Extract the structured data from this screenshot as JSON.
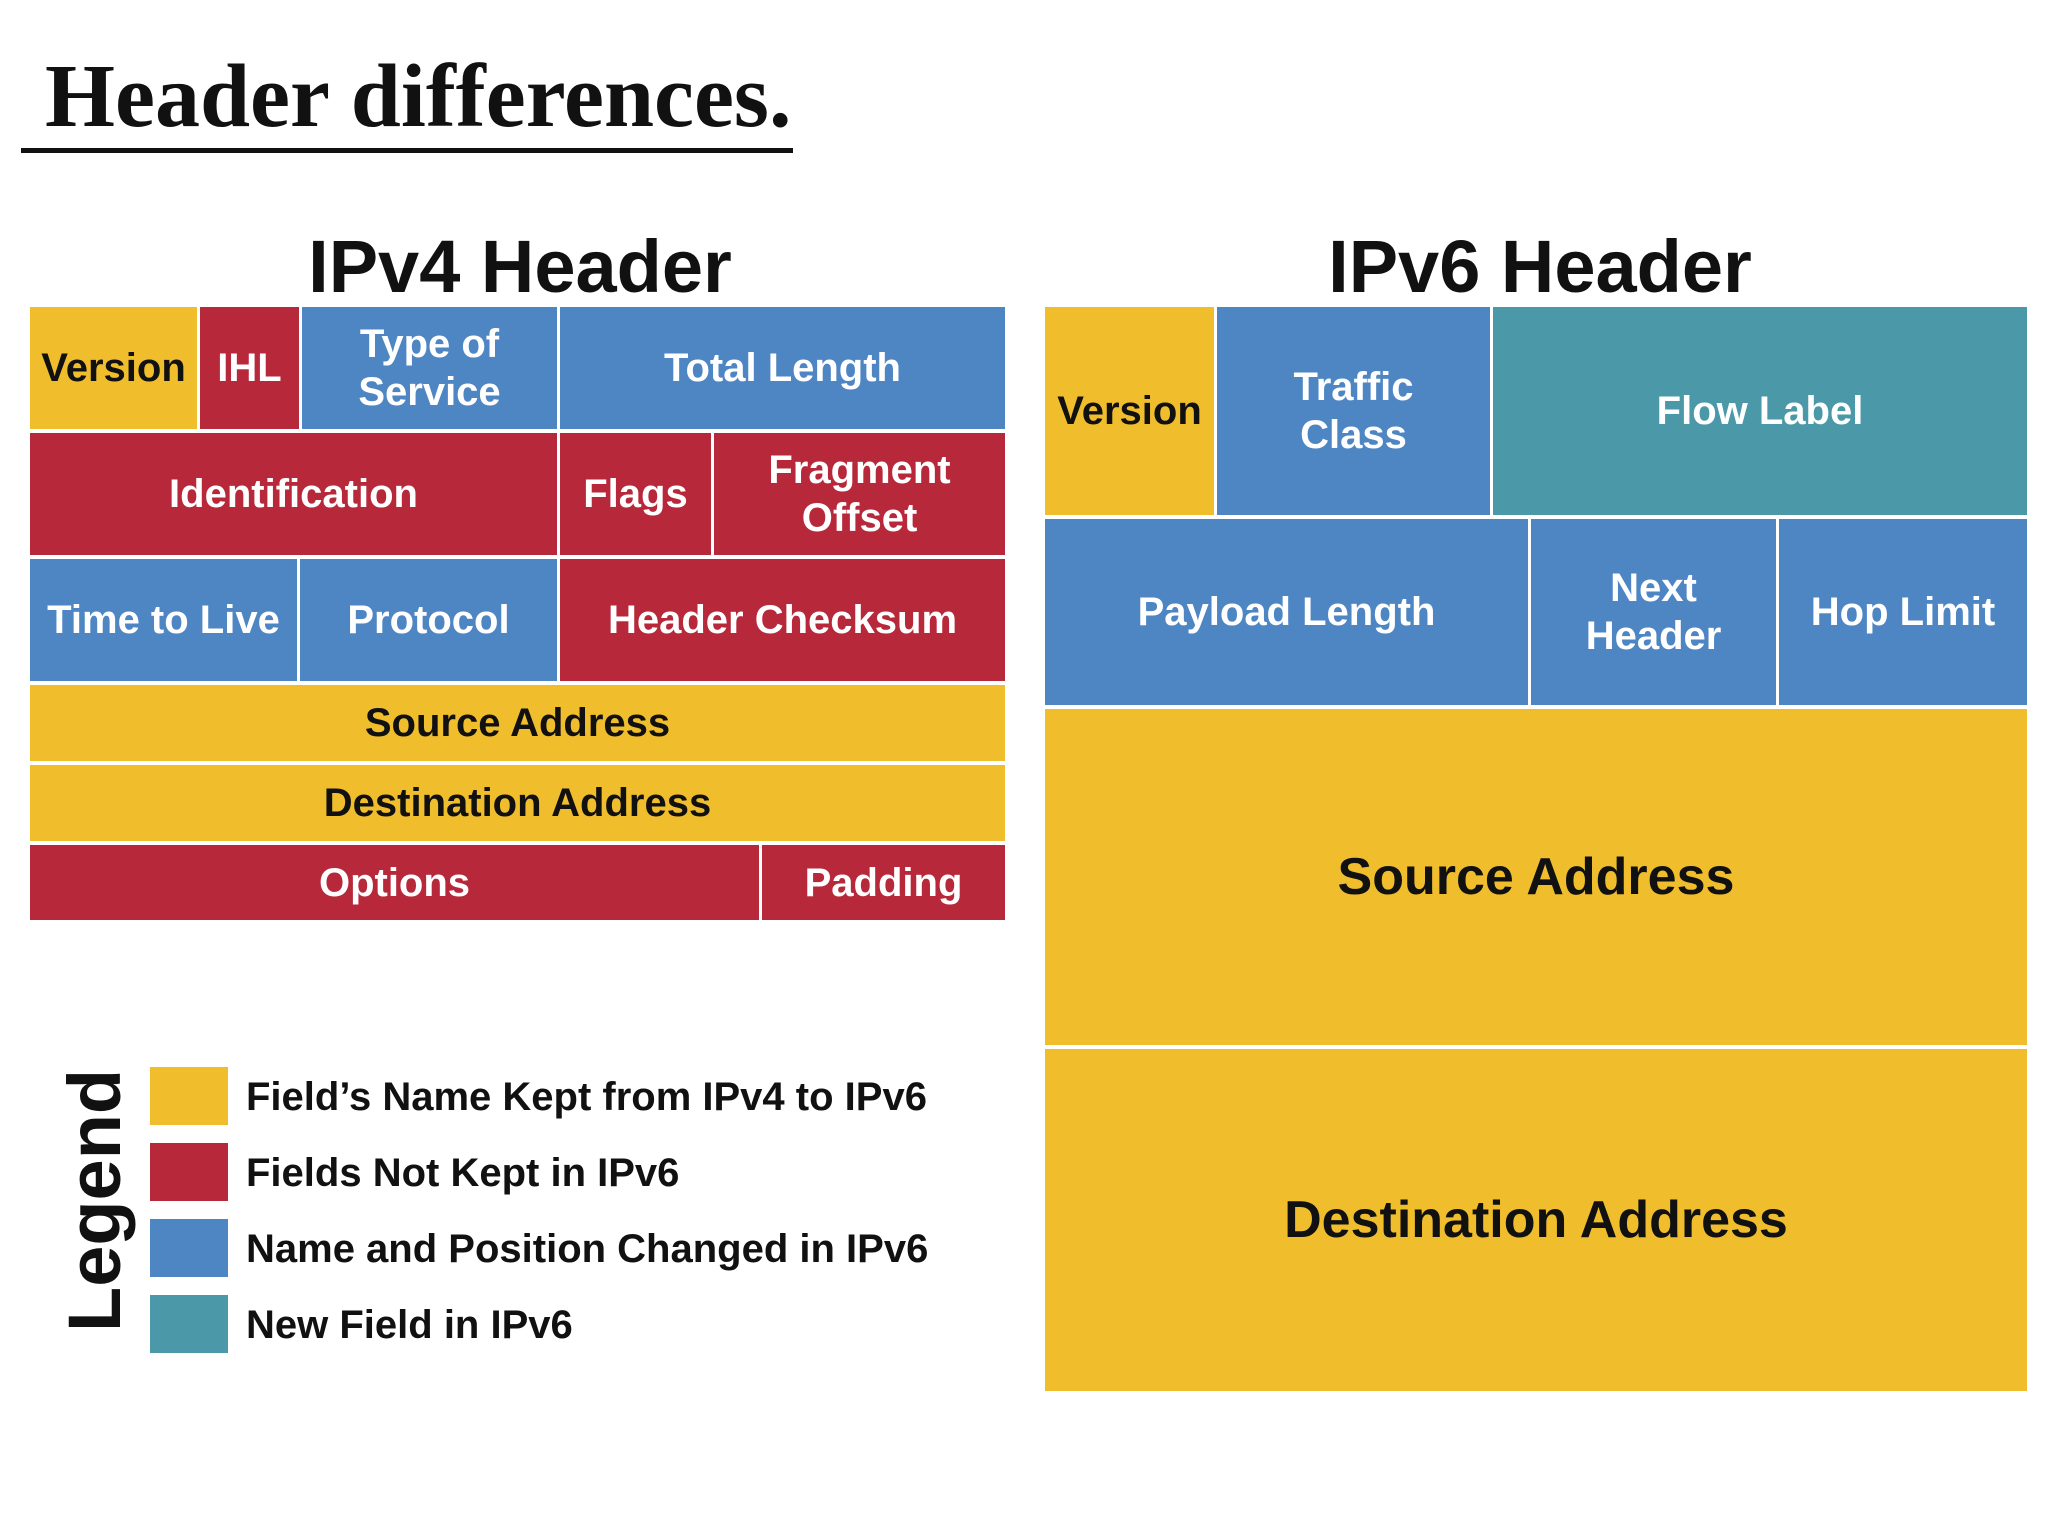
{
  "slide": {
    "title": "Header differences."
  },
  "colors": {
    "kept": "#F0BD2D",
    "not_kept": "#B7283A",
    "changed": "#4E86C4",
    "new": "#4A98A8"
  },
  "ipv4": {
    "title": "IPv4 Header",
    "fields": [
      {
        "label": "Version",
        "category": "kept"
      },
      {
        "label": "IHL",
        "category": "not_kept"
      },
      {
        "label": "Type of\nService",
        "category": "changed"
      },
      {
        "label": "Total Length",
        "category": "changed"
      },
      {
        "label": "Identification",
        "category": "not_kept"
      },
      {
        "label": "Flags",
        "category": "not_kept"
      },
      {
        "label": "Fragment\nOffset",
        "category": "not_kept"
      },
      {
        "label": "Time to Live",
        "category": "changed"
      },
      {
        "label": "Protocol",
        "category": "changed"
      },
      {
        "label": "Header Checksum",
        "category": "not_kept"
      },
      {
        "label": "Source Address",
        "category": "kept"
      },
      {
        "label": "Destination Address",
        "category": "kept"
      },
      {
        "label": "Options",
        "category": "not_kept"
      },
      {
        "label": "Padding",
        "category": "not_kept"
      }
    ]
  },
  "ipv6": {
    "title": "IPv6 Header",
    "fields": [
      {
        "label": "Version",
        "category": "kept"
      },
      {
        "label": "Traffic\nClass",
        "category": "changed"
      },
      {
        "label": "Flow Label",
        "category": "new"
      },
      {
        "label": "Payload Length",
        "category": "changed"
      },
      {
        "label": "Next\nHeader",
        "category": "changed"
      },
      {
        "label": "Hop Limit",
        "category": "changed"
      },
      {
        "label": "Source Address",
        "category": "kept"
      },
      {
        "label": "Destination Address",
        "category": "kept"
      }
    ]
  },
  "legend": {
    "title": "Legend",
    "items": [
      {
        "label": "Field’s Name Kept from IPv4 to IPv6",
        "category": "kept"
      },
      {
        "label": "Fields Not Kept in IPv6",
        "category": "not_kept"
      },
      {
        "label": "Name and Position Changed in IPv6",
        "category": "changed"
      },
      {
        "label": "New Field in IPv6",
        "category": "new"
      }
    ]
  }
}
